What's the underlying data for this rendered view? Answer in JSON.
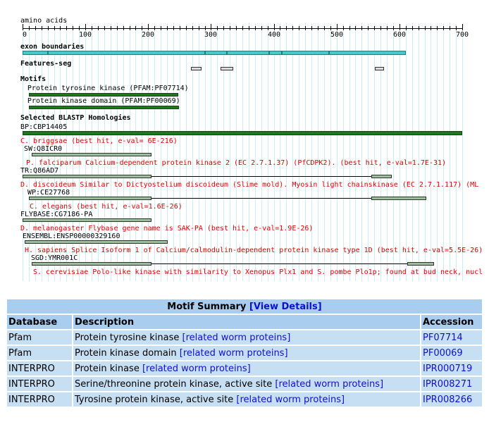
{
  "axis": {
    "label": "amino acids",
    "ticks": [
      "0",
      "100",
      "200",
      "300",
      "400",
      "500",
      "600",
      "700"
    ],
    "max_aa": 700
  },
  "sections": {
    "exon_boundaries": "exon boundaries",
    "features_seg": "Features-seg",
    "motifs": "Motifs",
    "blastp": "Selected BLASTP Homologies"
  },
  "exons": [
    {
      "start": 0,
      "end": 40
    },
    {
      "start": 40,
      "end": 290
    },
    {
      "start": 290,
      "end": 325
    },
    {
      "start": 325,
      "end": 393
    },
    {
      "start": 393,
      "end": 413
    },
    {
      "start": 413,
      "end": 488
    },
    {
      "start": 488,
      "end": 610
    }
  ],
  "seg_features": [
    {
      "start": 268,
      "end": 285
    },
    {
      "start": 315,
      "end": 335
    },
    {
      "start": 561,
      "end": 576
    }
  ],
  "motifs": [
    {
      "label": "Protein tyrosine kinase (PFAM:PF07714)",
      "start": 10,
      "end": 248
    },
    {
      "label": "Protein kinase domain (PFAM:PF00069)",
      "start": 10,
      "end": 249
    }
  ],
  "homologies": [
    {
      "id": "BP:CBP14405",
      "desc": "C. briggsae  (best hit, e-val= 6E-216)",
      "start": 0,
      "end": 700,
      "style": "full",
      "indent": 0
    },
    {
      "id": "SW:Q8ICR0",
      "desc": "P. falciparum Calcium-dependent protein kinase 2 (EC 2.7.1.37) (PfCDPK2). (best hit, e-val=1.7E-31)",
      "indent": 5,
      "style": "box",
      "blocks": [
        {
          "start": 15,
          "end": 205
        }
      ]
    },
    {
      "id": "TR:Q86AD7",
      "desc": "D. discoideum Similar to Dictyostelium discoideum (Slime mold). Myosin light chainskinase (EC 2.7.1.117) (ML",
      "indent": 0,
      "style": "box",
      "blocks": [
        {
          "start": 0,
          "end": 205
        },
        {
          "start": 555,
          "end": 588
        }
      ],
      "line": {
        "start": 205,
        "end": 555
      }
    },
    {
      "id": "WP:CE27768",
      "desc": "C. elegans  (best hit, e-val=1.6E-26)",
      "indent": 10,
      "style": "box",
      "blocks": [
        {
          "start": 10,
          "end": 205
        },
        {
          "start": 555,
          "end": 643
        }
      ],
      "line": {
        "start": 205,
        "end": 555
      }
    },
    {
      "id": "FLYBASE:CG7186-PA",
      "desc": "D. melanogaster Flybase gene name is SAK-PA (best hit, e-val=1.9E-26)",
      "indent": 0,
      "style": "box",
      "blocks": [
        {
          "start": 0,
          "end": 205
        }
      ]
    },
    {
      "id": "ENSEMBL:ENSP00000329160",
      "desc": "H. sapiens Splice Isoform 1 of Calcium/calmodulin-dependent protein kinase type 1D (best hit, e-val=5.5E-26)",
      "indent": 3,
      "style": "box",
      "blocks": [
        {
          "start": 3,
          "end": 231
        }
      ]
    },
    {
      "id": "SGD:YMR001C",
      "desc": "S. cerevisiae Polo-like kinase with similarity to Xenopus Plx1 and S. pombe Plo1p; found at bud neck, nucl",
      "indent": 15,
      "style": "box",
      "blocks": [
        {
          "start": 15,
          "end": 205
        },
        {
          "start": 612,
          "end": 655
        }
      ],
      "line": {
        "start": 205,
        "end": 612
      }
    }
  ],
  "colors": {
    "exon": "#48c8c8",
    "motif": "#1a7a1a",
    "full_hit": "#1a7a1a",
    "homology_box": "#9ac09a",
    "seg": "#dcdcdc",
    "grid": "#c9eef2",
    "table_header": "#a9cdef",
    "table_cell": "#c7dff3",
    "link": "#1010d0"
  },
  "summary": {
    "title": "Motif Summary",
    "view_details": "[View Details]",
    "headers": {
      "database": "Database",
      "description": "Description",
      "accession": "Accession"
    },
    "rows": [
      {
        "database": "Pfam",
        "description": "Protein tyrosine kinase",
        "link": "[related worm proteins]",
        "accession": "PF07714"
      },
      {
        "database": "Pfam",
        "description": "Protein kinase domain",
        "link": "[related worm proteins]",
        "accession": "PF00069"
      },
      {
        "database": "INTERPRO",
        "description": "Protein kinase",
        "link": "[related worm proteins]",
        "accession": "IPR000719"
      },
      {
        "database": "INTERPRO",
        "description": "Serine/threonine protein kinase, active site",
        "link": "[related worm proteins]",
        "accession": "IPR008271"
      },
      {
        "database": "INTERPRO",
        "description": "Tyrosine protein kinase, active site",
        "link": "[related worm proteins]",
        "accession": "IPR008266"
      }
    ]
  }
}
